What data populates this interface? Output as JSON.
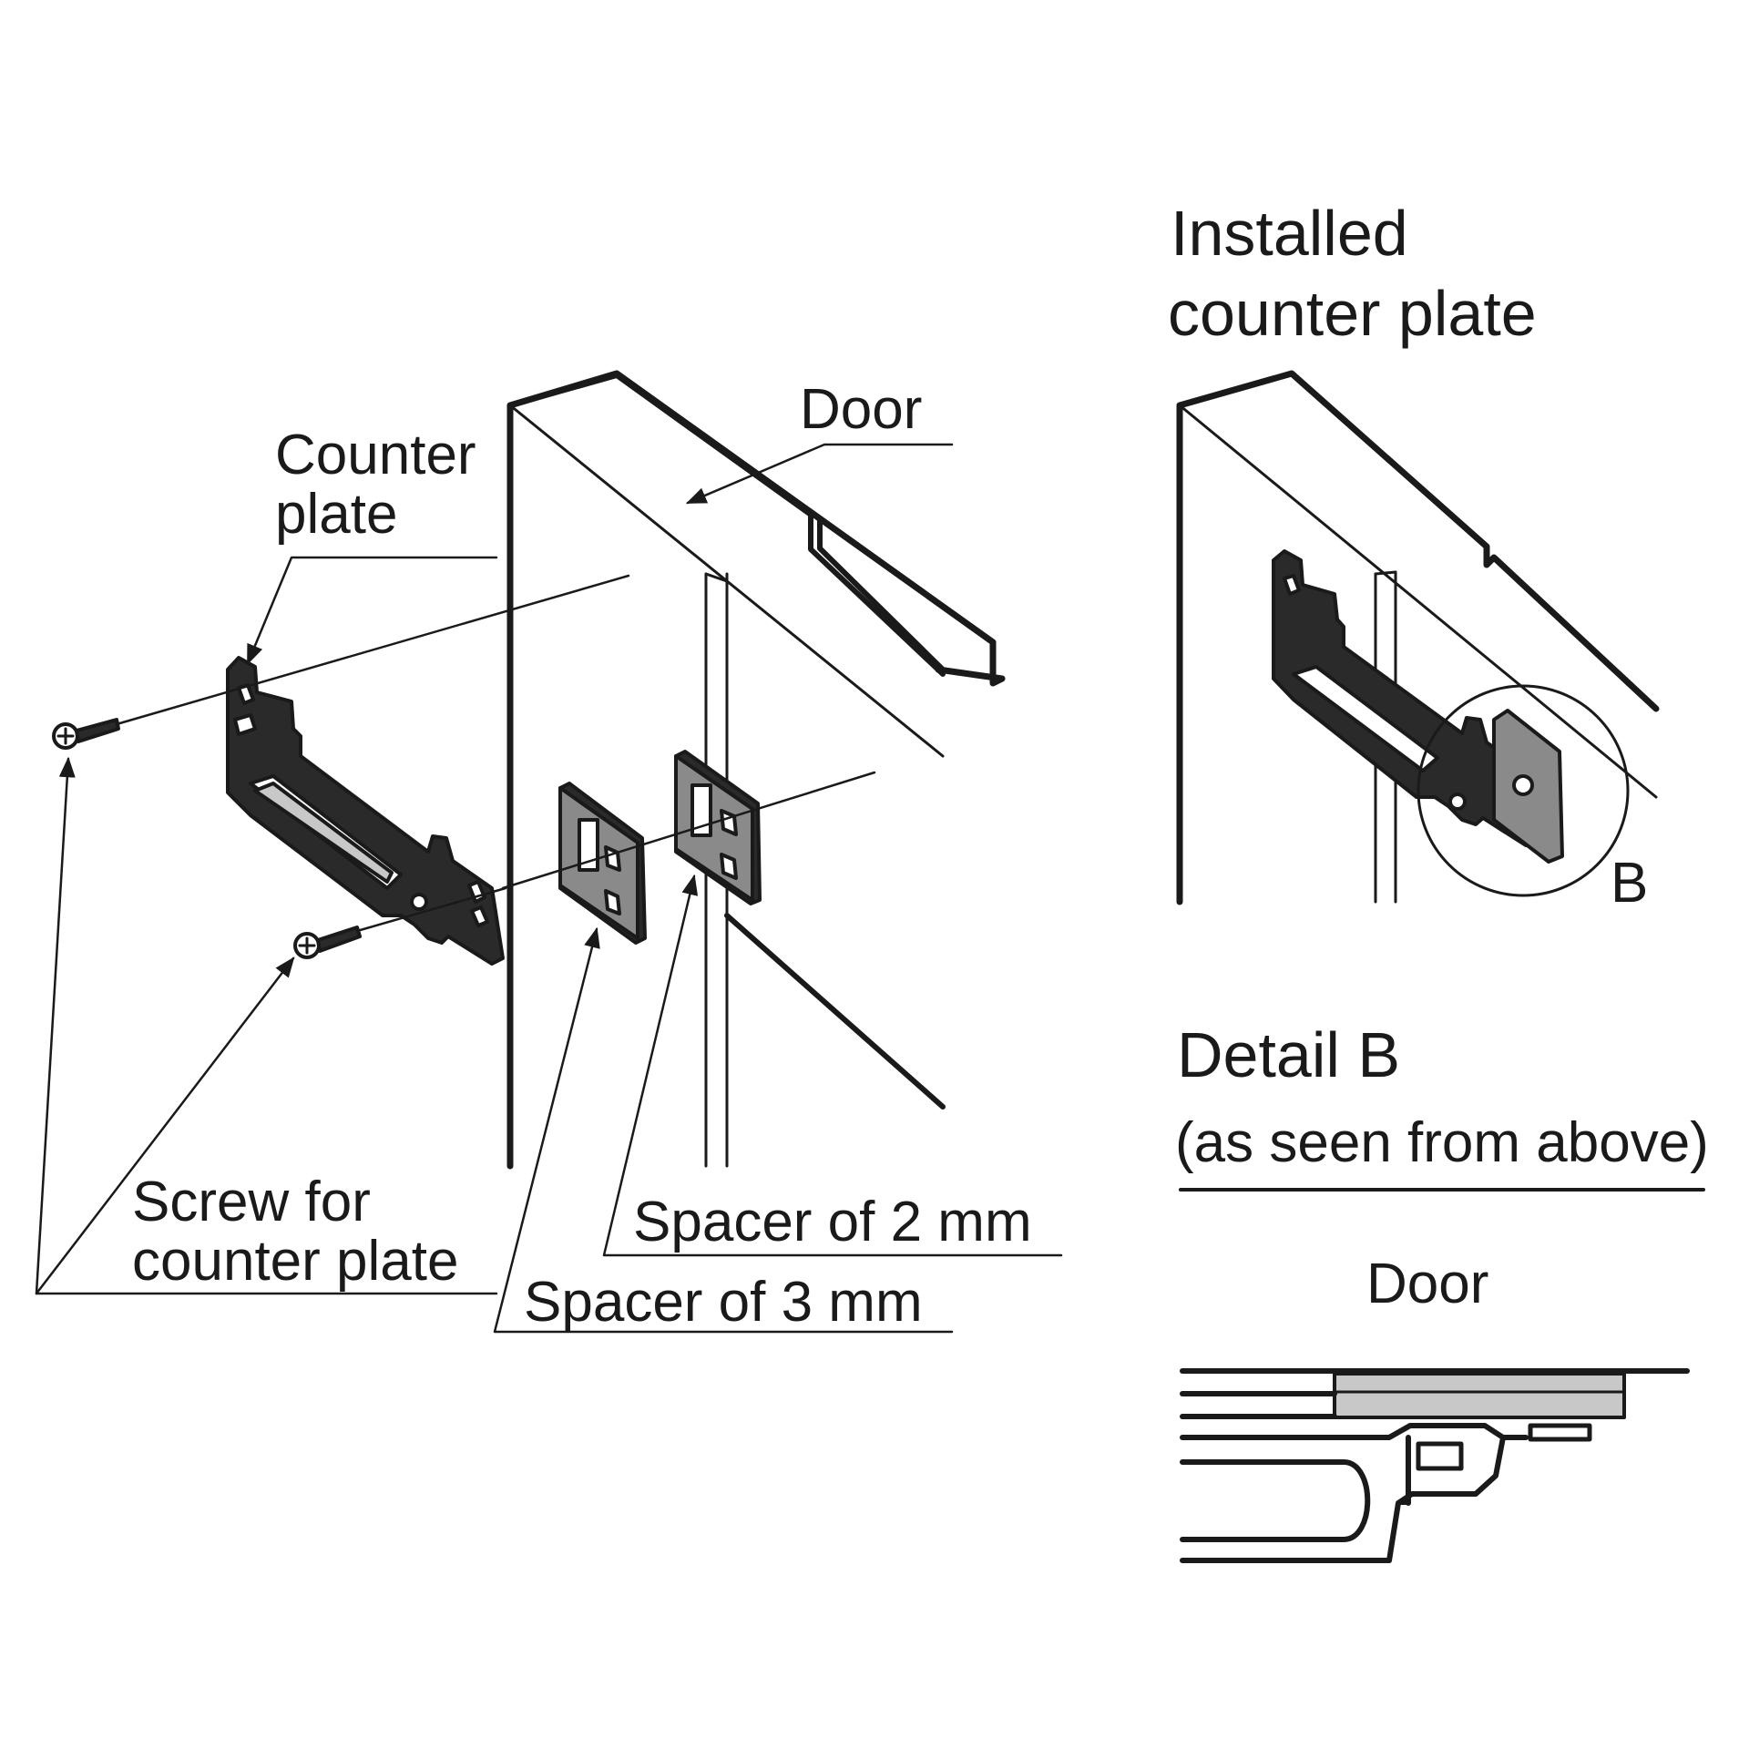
{
  "labels": {
    "counter_plate_1": "Counter",
    "counter_plate_2": "plate",
    "door_main": "Door",
    "screw_1": "Screw for",
    "screw_2": "counter plate",
    "spacer_2mm": "Spacer of 2 mm",
    "spacer_3mm": "Spacer of 3 mm",
    "installed_1": "Installed",
    "installed_2": "counter plate",
    "detail_b_marker": "B",
    "detail_title": "Detail B",
    "detail_subtitle": "(as seen from above)",
    "detail_door": "Door"
  },
  "colors": {
    "line": "#1a1a1a",
    "part_dark": "#2a2a2a",
    "part_mid": "#8a8a8a",
    "part_light": "#c8c8c8",
    "background": "#ffffff"
  }
}
